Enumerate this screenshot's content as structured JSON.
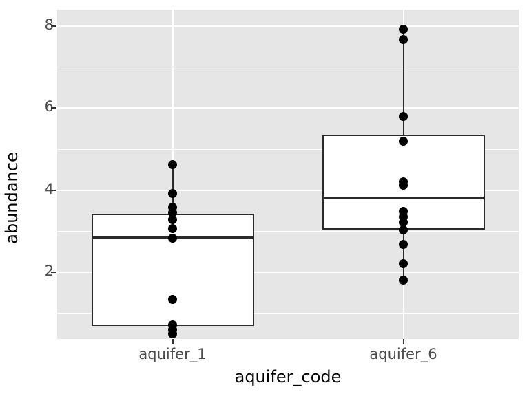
{
  "chart_data": {
    "type": "boxplot",
    "title": "",
    "xlabel": "aquifer_code",
    "ylabel": "abundance",
    "categories": [
      "aquifer_1",
      "aquifer_6"
    ],
    "ylim": [
      0.38,
      8.4
    ],
    "y_ticks": [
      2,
      4,
      6,
      8
    ],
    "y_tick_labels": [
      "2",
      "4",
      "6",
      "8"
    ],
    "y_minor_ticks": [
      1,
      3,
      5,
      7
    ],
    "grid": true,
    "legend": "none",
    "theme": "ggplot2-grey",
    "series": [
      {
        "name": "aquifer_1",
        "box": {
          "lower_whisker": 0.5,
          "q1": 0.69,
          "median": 2.84,
          "q3": 3.43,
          "upper_whisker": 4.63
        },
        "points": [
          4.63,
          3.92,
          3.58,
          3.46,
          3.28,
          3.06,
          2.84,
          1.34,
          0.72,
          0.6,
          0.5
        ]
      },
      {
        "name": "aquifer_6",
        "box": {
          "lower_whisker": 1.81,
          "q1": 3.05,
          "median": 3.82,
          "q3": 5.35,
          "upper_whisker": 7.93
        },
        "points": [
          7.93,
          7.68,
          5.8,
          5.2,
          4.21,
          4.12,
          3.49,
          3.36,
          3.21,
          3.03,
          2.68,
          2.21,
          1.81
        ]
      }
    ]
  },
  "axis": {
    "y_label": "abundance",
    "x_label": "aquifer_code",
    "y_tick_0": "2",
    "y_tick_1": "4",
    "y_tick_2": "6",
    "y_tick_3": "8",
    "x_tick_0": "aquifer_1",
    "x_tick_1": "aquifer_6"
  },
  "colors": {
    "panel_background": "#e6e6e6",
    "gridline": "#ffffff",
    "box_stroke": "#2b2b2b",
    "box_fill": "#ffffff",
    "point": "#000000",
    "axis_text": "#4d4d4d",
    "axis_title": "#000000",
    "plot_background": "#ffffff"
  }
}
